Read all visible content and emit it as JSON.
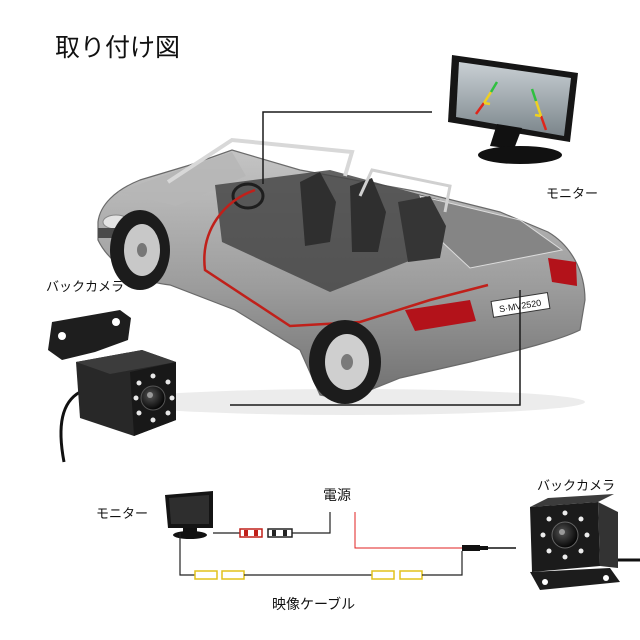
{
  "title": "取り付け図",
  "car": {
    "plate": "S·MV2520",
    "body_color": "#9c9c9c",
    "wire_color": "#c0201a"
  },
  "top_monitor": {
    "label": "モニター"
  },
  "top_camera": {
    "label": "バックカメラ"
  },
  "wiring": {
    "monitor_label": "モニター",
    "power_label": "電源",
    "camera_label": "バックカメラ",
    "video_cable_label": "映像ケーブル",
    "power_line_color": "#e02020",
    "video_connector_color": "#e2c21b"
  },
  "icons": [
    "car-cutaway-icon",
    "monitor-icon",
    "backup-camera-icon",
    "rca-connector-icon",
    "power-connector-icon"
  ]
}
